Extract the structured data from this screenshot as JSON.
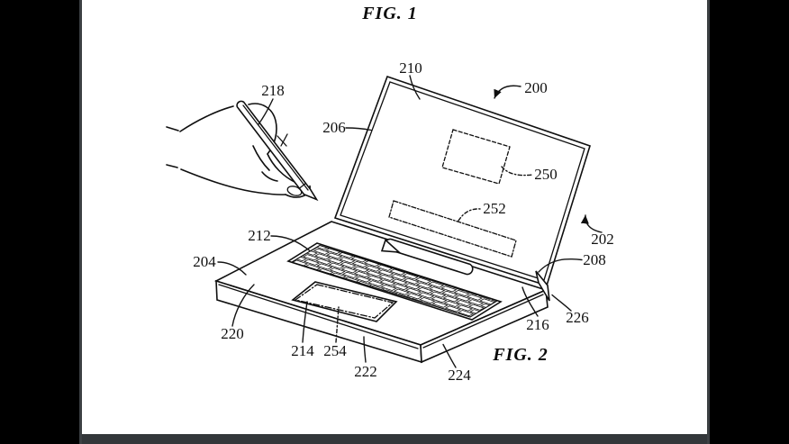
{
  "window": {
    "background": "#ffffff",
    "letterbox_color": "#000000",
    "chrome_bar_color": "#33373a",
    "edge_line_color": "#3c4043",
    "line_color": "#0f0f0f"
  },
  "figure_titles": {
    "fig1": "FIG. 1",
    "fig2": "FIG. 2"
  },
  "reference_labels": {
    "200": "200",
    "202": "202",
    "204": "204",
    "206": "206",
    "208": "208",
    "210": "210",
    "212": "212",
    "214": "214",
    "216": "216",
    "218": "218",
    "220": "220",
    "222": "222",
    "224": "224",
    "226": "226",
    "250": "250",
    "252": "252",
    "254": "254"
  }
}
